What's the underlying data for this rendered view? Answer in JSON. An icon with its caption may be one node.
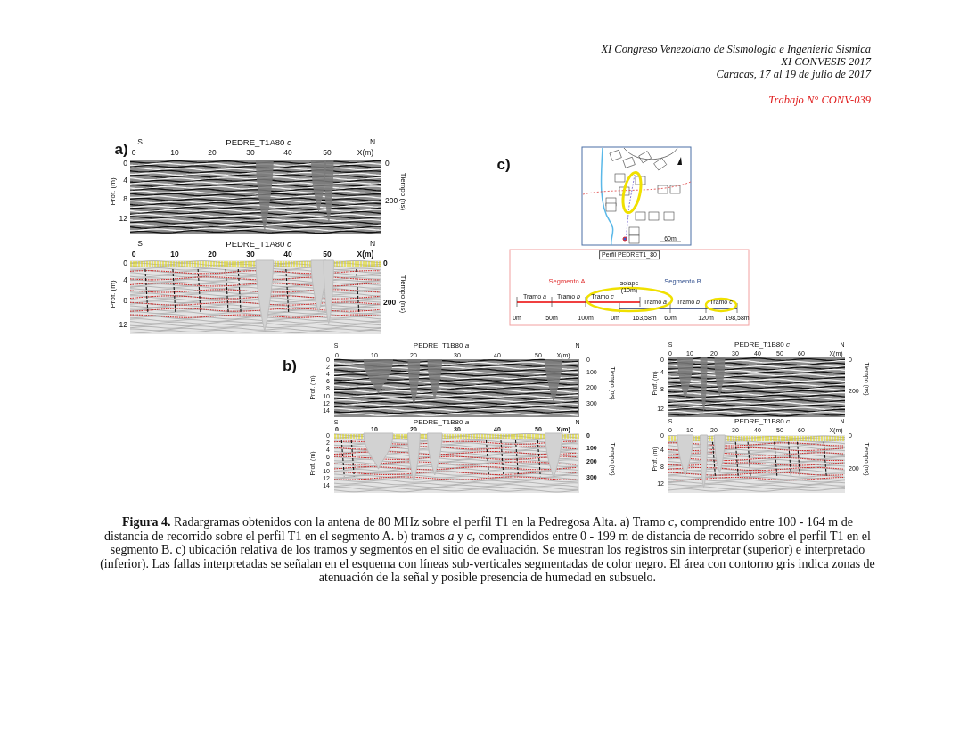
{
  "diagram": {
    "caption": "**Figura 4.** Radargramas obtenidos con la antena de 80 MHz sobre el perfil T1 en la Pedregosa Alta. a) Tramo *c*, comprendido entre 100 - 164 m de distancia de recorrido sobre el perfil T1 en el segmento A. b) tramos *a* y *c*, comprendidos entre 0 - 199 m de distancia de recorrido sobre el perfil T1 en el segmento B. c) ubicación relativa de los tramos y segmentos en el sitio de evaluación. Se muestran los registros sin interpretar (superior) e interpretado (inferior). Las fallas interpretadas se señalan en el esquema con líneas sub-verticales segmentadas de color negro. El área con contorno gris indica zonas de atenuación de la señal y posible presencia de humedad en subsuelo.",
    "labels": [
      "XI Congreso Venezolano de Sismología e Ingeniería Sísmica",
      "XI CONVESIS 2017",
      "Caracas, 17 al 19 de julio de 2017",
      "Trabajo N° CONV-039",
      "a)",
      "S",
      "PEDRE_T1A80 *c*",
      "N",
      "0",
      "10",
      "20",
      "30",
      "40",
      "50",
      "X(m)",
      "0",
      "4",
      "8",
      "12",
      "Prof. (m)",
      "0",
      "200",
      "Tiempo (ns)",
      "S",
      "PEDRE_T1A80 *c*",
      "N",
      "0",
      "10",
      "20",
      "30",
      "40",
      "50",
      "X(m)",
      "0",
      "4",
      "8",
      "12",
      "Prof. (m)",
      "0",
      "200",
      "Tiempo (ns)",
      "c)",
      "60m",
      "Perfil PEDRET1_80",
      "Segmento A",
      "Segmento B",
      "Tramo *a*",
      "Tramo *b*",
      "Tramo *c*",
      "solape (10m)",
      "Tramo *a*",
      "Tramo *b*",
      "Tramo *c*",
      "0m",
      "50m",
      "100m",
      "0m",
      "163,58m",
      "60m",
      "120m",
      "198,58m",
      "b)",
      "S",
      "PEDRE_T1B80 *a*",
      "N",
      "0",
      "10",
      "20",
      "30",
      "40",
      "50",
      "X(m)",
      "0",
      "2",
      "4",
      "6",
      "8",
      "10",
      "12",
      "14",
      "Prof. (m)",
      "0",
      "100",
      "200",
      "300",
      "Tiempo (ns)",
      "S",
      "PEDRE_T1B80 *a*",
      "N",
      "0",
      "10",
      "20",
      "30",
      "40",
      "50",
      "X(m)",
      "0",
      "2",
      "4",
      "6",
      "8",
      "10",
      "12",
      "14",
      "Prof. (m)",
      "0",
      "100",
      "200",
      "300",
      "Tiempo (ns)",
      "S",
      "PEDRE_T1B80 *c*",
      "N",
      "0",
      "10",
      "20",
      "30",
      "40",
      "50",
      "60",
      "X(m)",
      "0",
      "4",
      "8",
      "12",
      "Prof. (m)",
      "0",
      "200",
      "Tiempo (ns)",
      "S",
      "PEDRE_T1B80 *c*",
      "N",
      "0",
      "10",
      "20",
      "30",
      "40",
      "50",
      "60",
      "X(m)",
      "0",
      "4",
      "8",
      "12",
      "Prof. (m)",
      "0",
      "200",
      "Tiempo (ns)"
    ]
  }
}
